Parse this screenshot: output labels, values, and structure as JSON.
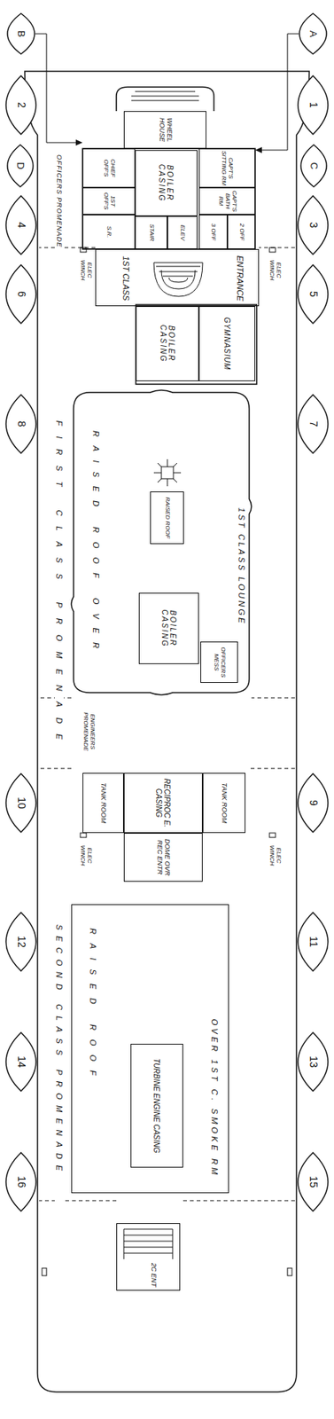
{
  "diagram": {
    "nodes": [
      {
        "text": [
          "B"
        ]
      },
      {
        "text": [
          "A"
        ]
      },
      {
        "text": [
          "2"
        ]
      },
      {
        "text": [
          "1"
        ]
      },
      {
        "text": [
          "WHEEL HOUSE"
        ]
      },
      {
        "text": [
          "D"
        ]
      },
      {
        "text": [
          "C"
        ]
      },
      {
        "text": [
          "CAPT'S SITTING RM"
        ]
      },
      {
        "text": [
          "CAPT'S BATH RM"
        ]
      },
      {
        "text": [
          "2 OFF"
        ]
      },
      {
        "text": [
          "3 OFF"
        ]
      },
      {
        "text": [
          "CHIEF OFF'S"
        ]
      },
      {
        "text": [
          "1ST OFF'S"
        ]
      },
      {
        "text": [
          "S.R."
        ]
      },
      {
        "text": [
          "BOILER CASING"
        ]
      },
      {
        "text": [
          "ELEV"
        ]
      },
      {
        "text": [
          "STAIR"
        ]
      },
      {
        "text": [
          "4"
        ]
      },
      {
        "text": [
          "3"
        ]
      },
      {
        "text": [
          "6"
        ]
      },
      {
        "text": [
          "5"
        ]
      },
      {
        "text": [
          "1ST CLASS",
          "ENTRANCE"
        ]
      },
      {
        "text": [
          "8"
        ]
      },
      {
        "text": [
          "7"
        ]
      },
      {
        "text": [
          "BOILER CASING"
        ]
      },
      {
        "text": [
          "GYMNASIUM"
        ]
      },
      {
        "text": [
          "RAISED ROOF OVER",
          "1ST CLASS LOUNGE"
        ]
      },
      {
        "text": [
          "RAISED ROOF"
        ],
        "in": 26
      },
      {
        "text": [
          "BOILER CASING"
        ],
        "in": 26
      },
      {
        "text": [
          "OFFICERS MESS"
        ],
        "in": 26
      },
      {
        "text": [
          "10"
        ]
      },
      {
        "text": [
          "9"
        ]
      },
      {
        "text": [
          "TANK ROOM"
        ]
      },
      {
        "text": [
          "RECIPROC E. CASING"
        ]
      },
      {
        "text": [
          "TANK ROOM"
        ]
      },
      {
        "text": [
          "DOME OVR REC ENTR"
        ]
      },
      {
        "text": [
          "12"
        ]
      },
      {
        "text": [
          "11"
        ]
      },
      {
        "text": [
          "RAISED ROOF",
          "OVER 1ST C. SMOKE RM"
        ]
      },
      {
        "text": [
          "TURBINE ENGINE CASING"
        ],
        "in": 38
      },
      {
        "text": [
          "14"
        ]
      },
      {
        "text": [
          "13"
        ]
      },
      {
        "text": [
          "16"
        ]
      },
      {
        "text": [
          "15"
        ]
      },
      {
        "text": [
          "2C ENT"
        ]
      }
    ],
    "labels": [
      "OFFICERS PROMENADE",
      "FIRST CLASS PROMENADE",
      "ENGINEERS PROMENADE",
      "SECOND CLASS PROMENADE",
      "ELEC WINCH",
      "ELEC WINCH",
      "ELEC WINCH",
      "ELEC WINCH"
    ]
  }
}
